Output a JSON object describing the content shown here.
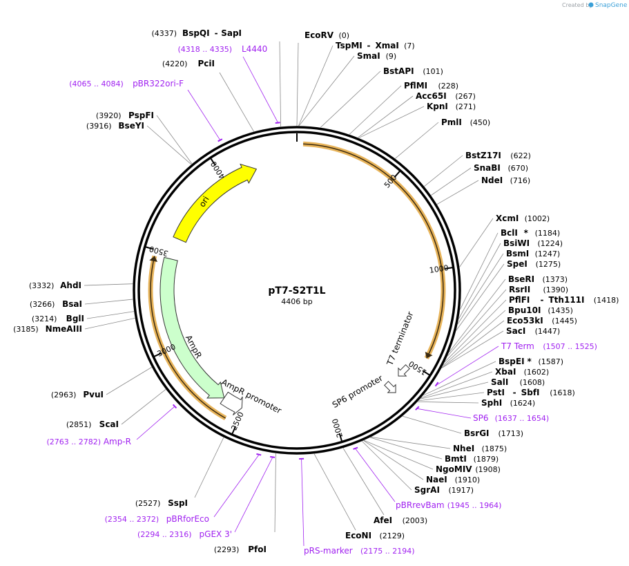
{
  "credit": {
    "prefix": "Created by",
    "brand": "SnapGene"
  },
  "plasmid": {
    "name": "pT7-S2T1L",
    "size_label": "4406 bp",
    "length": 4406
  },
  "ticks": [
    {
      "pos": 500,
      "label": "500"
    },
    {
      "pos": 1000,
      "label": "1000"
    },
    {
      "pos": 1500,
      "label": "1500"
    },
    {
      "pos": 2000,
      "label": "2000"
    },
    {
      "pos": 2500,
      "label": "2500"
    },
    {
      "pos": 3000,
      "label": "3000"
    },
    {
      "pos": 3500,
      "label": "3500"
    },
    {
      "pos": 4000,
      "label": "4000"
    }
  ],
  "enzymes": [
    {
      "name": "BspQI",
      "sep": "-",
      "name2": "SapI",
      "pos": "(4337)",
      "site": 4337,
      "side": "left"
    },
    {
      "name": "PciI",
      "pos": "(4220)",
      "site": 4220,
      "side": "left"
    },
    {
      "name": "PspFI",
      "pos": "(3920)",
      "site": 3920,
      "side": "left"
    },
    {
      "name": "BseYI",
      "pos": "(3916)",
      "site": 3916,
      "side": "left"
    },
    {
      "name": "AhdI",
      "pos": "(3332)",
      "site": 3332,
      "side": "left"
    },
    {
      "name": "BsaI",
      "pos": "(3266)",
      "site": 3266,
      "side": "left"
    },
    {
      "name": "BglI",
      "pos": "(3214)",
      "site": 3214,
      "side": "left"
    },
    {
      "name": "NmeAIII",
      "pos": "(3185)",
      "site": 3185,
      "side": "left"
    },
    {
      "name": "PvuI",
      "pos": "(2963)",
      "site": 2963,
      "side": "left"
    },
    {
      "name": "ScaI",
      "pos": "(2851)",
      "site": 2851,
      "side": "left"
    },
    {
      "name": "SspI",
      "pos": "(2527)",
      "site": 2527,
      "side": "left"
    },
    {
      "name": "PfoI",
      "pos": "(2293)",
      "site": 2293,
      "side": "left"
    },
    {
      "name": "EcoRV",
      "pos": "(0)",
      "site": 0,
      "side": "right"
    },
    {
      "name": "TspMI",
      "sep": "-",
      "name2": "XmaI",
      "pos": "(7)",
      "site": 7,
      "side": "right"
    },
    {
      "name": "SmaI",
      "pos": "(9)",
      "site": 9,
      "side": "right"
    },
    {
      "name": "BstAPI",
      "pos": "(101)",
      "site": 101,
      "side": "right"
    },
    {
      "name": "PflMI",
      "pos": "(228)",
      "site": 228,
      "side": "right"
    },
    {
      "name": "Acc65I",
      "pos": "(267)",
      "site": 267,
      "side": "right"
    },
    {
      "name": "KpnI",
      "pos": "(271)",
      "site": 271,
      "side": "right"
    },
    {
      "name": "PmlI",
      "pos": "(450)",
      "site": 450,
      "side": "right"
    },
    {
      "name": "BstZ17I",
      "pos": "(622)",
      "site": 622,
      "side": "right"
    },
    {
      "name": "SnaBI",
      "pos": "(670)",
      "site": 670,
      "side": "right"
    },
    {
      "name": "NdeI",
      "pos": "(716)",
      "site": 716,
      "side": "right"
    },
    {
      "name": "XcmI",
      "pos": "(1002)",
      "site": 1002,
      "side": "right"
    },
    {
      "name": "BclI",
      "star": "*",
      "pos": "(1184)",
      "site": 1184,
      "side": "right"
    },
    {
      "name": "BsiWI",
      "pos": "(1224)",
      "site": 1224,
      "side": "right"
    },
    {
      "name": "BsmI",
      "pos": "(1247)",
      "site": 1247,
      "side": "right"
    },
    {
      "name": "SpeI",
      "pos": "(1275)",
      "site": 1275,
      "side": "right"
    },
    {
      "name": "BseRI",
      "pos": "(1373)",
      "site": 1373,
      "side": "right"
    },
    {
      "name": "RsrII",
      "pos": "(1390)",
      "site": 1390,
      "side": "right"
    },
    {
      "name": "PflFI",
      "sep": "-",
      "name2": "Tth111I",
      "pos": "(1418)",
      "site": 1418,
      "side": "right"
    },
    {
      "name": "Bpu10I",
      "pos": "(1435)",
      "site": 1435,
      "side": "right"
    },
    {
      "name": "Eco53kI",
      "pos": "(1445)",
      "site": 1445,
      "side": "right"
    },
    {
      "name": "SacI",
      "pos": "(1447)",
      "site": 1447,
      "side": "right"
    },
    {
      "name": "BspEI",
      "star": "*",
      "pos": "(1587)",
      "site": 1587,
      "side": "right"
    },
    {
      "name": "XbaI",
      "pos": "(1602)",
      "site": 1602,
      "side": "right"
    },
    {
      "name": "SalI",
      "pos": "(1608)",
      "site": 1608,
      "side": "right"
    },
    {
      "name": "PstI",
      "sep": "-",
      "name2": "SbfI",
      "pos": "(1618)",
      "site": 1618,
      "side": "right"
    },
    {
      "name": "SphI",
      "pos": "(1624)",
      "site": 1624,
      "side": "right"
    },
    {
      "name": "BsrGI",
      "pos": "(1713)",
      "site": 1713,
      "side": "right"
    },
    {
      "name": "NheI",
      "pos": "(1875)",
      "site": 1875,
      "side": "right"
    },
    {
      "name": "BmtI",
      "pos": "(1879)",
      "site": 1879,
      "side": "right"
    },
    {
      "name": "NgoMIV",
      "pos": "(1908)",
      "site": 1908,
      "side": "right"
    },
    {
      "name": "NaeI",
      "pos": "(1910)",
      "site": 1910,
      "side": "right"
    },
    {
      "name": "SgrAI",
      "pos": "(1917)",
      "site": 1917,
      "side": "right"
    },
    {
      "name": "AfeI",
      "pos": "(2003)",
      "site": 2003,
      "side": "right"
    },
    {
      "name": "EcoNI",
      "pos": "(2129)",
      "site": 2129,
      "side": "right"
    }
  ],
  "primers": [
    {
      "name": "L4440",
      "range": "(4318 .. 4335)",
      "site": 4326
    },
    {
      "name": "pBR322ori-F",
      "range": "(4065 .. 4084)",
      "site": 4074
    },
    {
      "name": "Amp-R",
      "range": "(2763 .. 2782)",
      "site": 2772
    },
    {
      "name": "pBRforEco",
      "range": "(2354 .. 2372)",
      "site": 2363
    },
    {
      "name": "pGEX 3'",
      "range": "(2294 .. 2316)",
      "site": 2305
    },
    {
      "name": "pRS-marker",
      "range": "(2175 .. 2194)",
      "site": 2184
    },
    {
      "name": "pBRrevBam",
      "range": "(1945 .. 1964)",
      "site": 1954
    },
    {
      "name": "SP6",
      "range": "(1637 .. 1654)",
      "site": 1645
    },
    {
      "name": "T7 Term",
      "range": "(1507 .. 1525)",
      "site": 1516
    }
  ],
  "features": [
    {
      "name": "ori",
      "color": "#ffff00",
      "start": 3590,
      "end": 4180,
      "direction": "cw"
    },
    {
      "name": "AmpR",
      "color": "#ccffcc",
      "start": 2620,
      "end": 3475,
      "direction": "ccw"
    },
    {
      "name": "AmpR promoter",
      "color": "#ffffff",
      "start": 2510,
      "end": 2620,
      "direction": "ccw"
    },
    {
      "name": "T7 terminator",
      "color": "#ffffff",
      "start": 1510,
      "end": 1560,
      "direction": "ccw"
    },
    {
      "name": "SP6 promoter",
      "color": "#ffffff",
      "start": 1625,
      "end": 1660,
      "direction": "cw"
    }
  ],
  "orfs": [
    {
      "start": 30,
      "end": 1440,
      "direction": "cw",
      "color": "#e8b45a"
    },
    {
      "start": 2560,
      "end": 3470,
      "direction": "cw",
      "color": "#e8b45a"
    }
  ],
  "colors": {
    "primer": "#a020f0",
    "backbone": "#000000",
    "leader": "#888888",
    "orf": "#e8b45a"
  }
}
